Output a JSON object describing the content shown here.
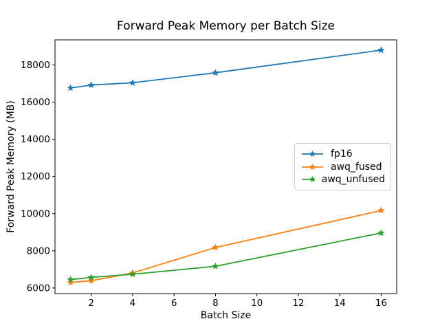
{
  "chart_data": {
    "type": "line",
    "title": "Forward Peak Memory per Batch Size",
    "xlabel": "Batch Size",
    "ylabel": "Forward Peak Memory (MB)",
    "x": [
      1,
      2,
      4,
      8,
      16
    ],
    "series": [
      {
        "name": "fp16",
        "color": "#1f77b4",
        "values": [
          16760,
          16920,
          17040,
          17580,
          18800
        ]
      },
      {
        "name": "awq_fused",
        "color": "#ff7f0e",
        "values": [
          6300,
          6390,
          6810,
          8180,
          10170
        ]
      },
      {
        "name": "awq_unfused",
        "color": "#2ca02c",
        "values": [
          6450,
          6570,
          6740,
          7170,
          8960
        ]
      }
    ],
    "x_ticks": [
      2,
      4,
      6,
      8,
      10,
      12,
      14,
      16
    ],
    "y_ticks": [
      6000,
      8000,
      10000,
      12000,
      14000,
      16000,
      18000
    ],
    "xlim": [
      0.25,
      16.75
    ],
    "ylim": [
      5700,
      19350
    ],
    "marker": "star",
    "grid": false,
    "legend_position": "center right",
    "frame_color": "#000000",
    "background_color": "#ffffff"
  }
}
